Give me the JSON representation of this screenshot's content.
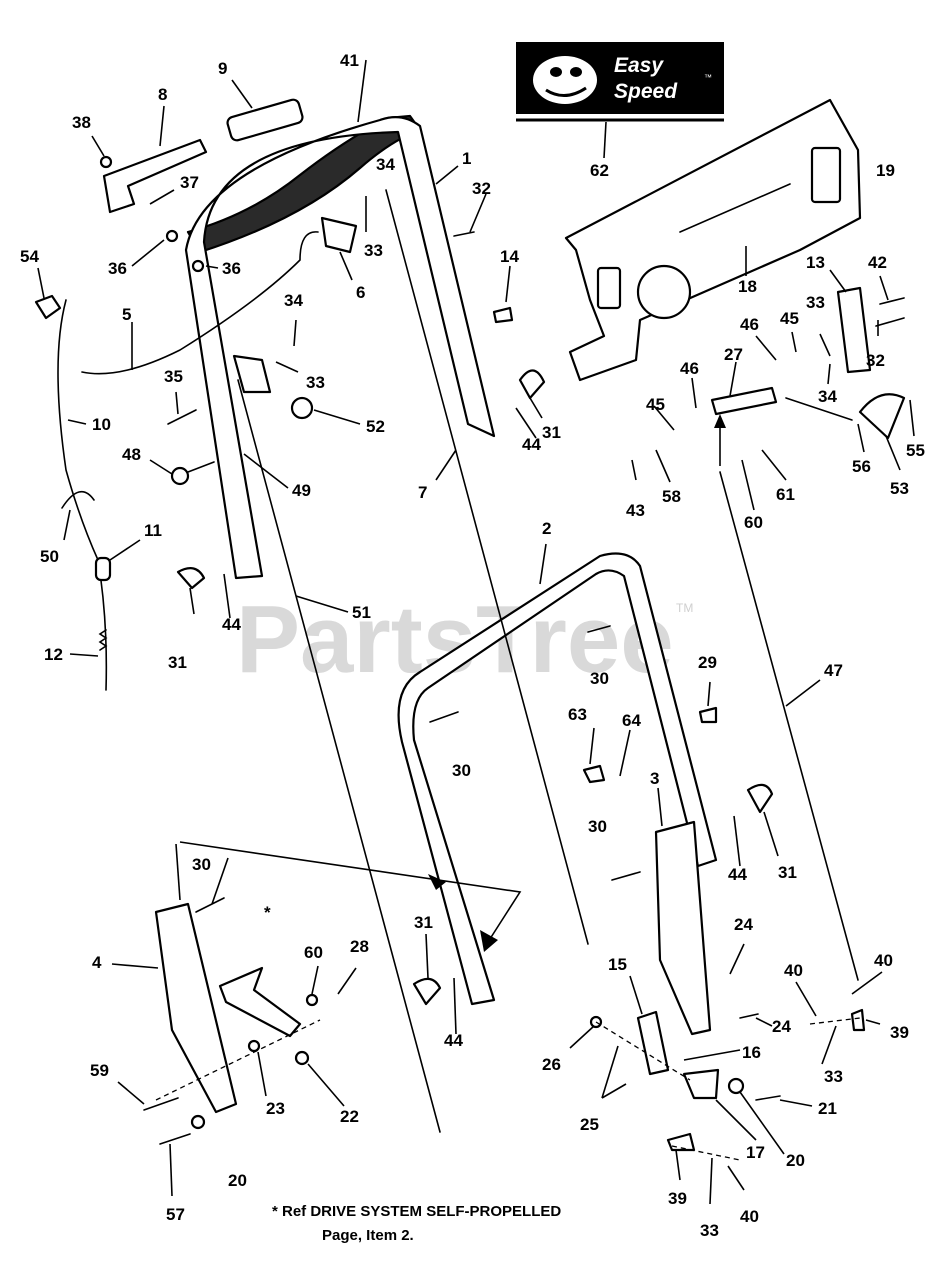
{
  "watermark": {
    "text": "PartsTree",
    "tm": "TM"
  },
  "badge": {
    "line1": "Easy",
    "line2": "Speed",
    "mark": "™"
  },
  "footnote": {
    "line1": "* Ref DRIVE SYSTEM SELF-PROPELLED",
    "line2": "Page, Item 2."
  },
  "callouts": [
    "1",
    "2",
    "3",
    "4",
    "5",
    "6",
    "7",
    "8",
    "9",
    "10",
    "11",
    "12",
    "13",
    "14",
    "15",
    "16",
    "17",
    "18",
    "19",
    "20",
    "20",
    "20",
    "21",
    "22",
    "23",
    "24",
    "24",
    "25",
    "26",
    "27",
    "28",
    "29",
    "30",
    "30",
    "30",
    "30",
    "31",
    "31",
    "31",
    "31",
    "32",
    "32",
    "33",
    "33",
    "33",
    "33",
    "33",
    "33",
    "34",
    "34",
    "34",
    "35",
    "36",
    "36",
    "37",
    "38",
    "39",
    "39",
    "40",
    "40",
    "40",
    "41",
    "42",
    "43",
    "44",
    "44",
    "44",
    "44",
    "45",
    "45",
    "46",
    "46",
    "47",
    "48",
    "49",
    "50",
    "51",
    "52",
    "53",
    "54",
    "55",
    "56",
    "57",
    "58",
    "59",
    "60",
    "60",
    "61",
    "62",
    "63",
    "64",
    "*"
  ]
}
